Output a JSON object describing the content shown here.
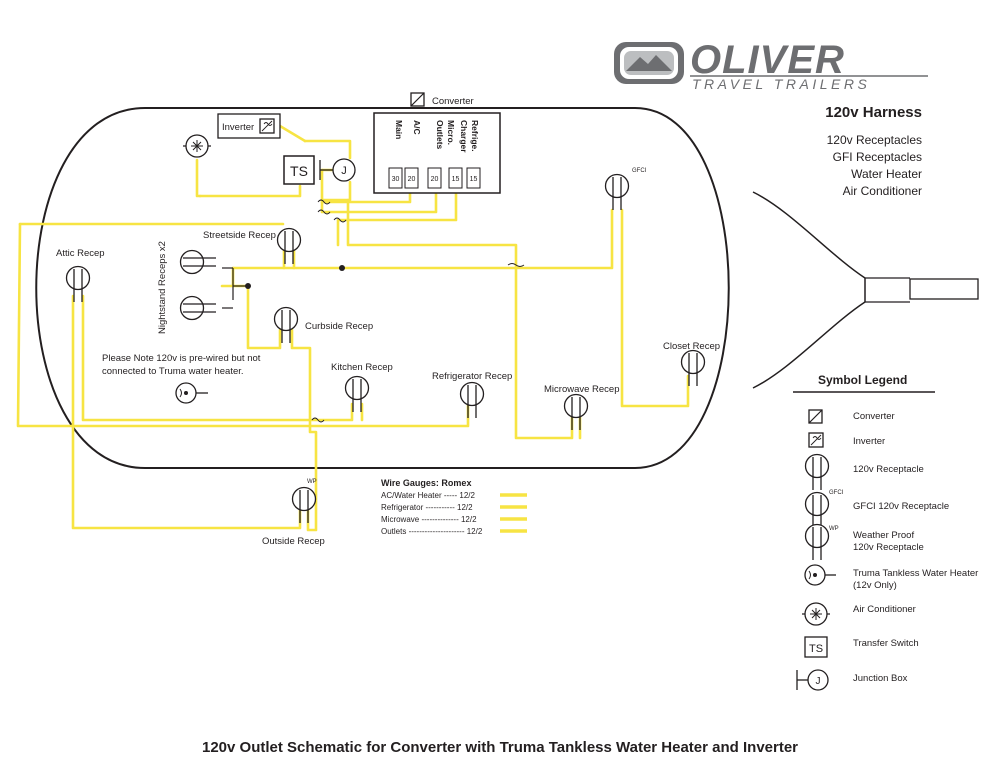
{
  "logo": {
    "brand": "OLIVER",
    "subtitle": "TRAVEL TRAILERS"
  },
  "harness": {
    "title": "120v Harness",
    "items": [
      "120v Receptacles",
      "GFI Receptacles",
      "Water Heater",
      "Air Conditioner"
    ]
  },
  "converter_panel": {
    "label": "Converter",
    "columns": [
      "Main",
      "A/C",
      "Outlets Micro.",
      "Charger Refrige."
    ],
    "col_lines": [
      [
        "Main"
      ],
      [
        "A/C"
      ],
      [
        "Outlets",
        "Micro."
      ],
      [
        "Charger",
        "Refrige."
      ]
    ],
    "breakers": [
      "30",
      "20",
      "20",
      "15",
      "15"
    ]
  },
  "devices": {
    "inverter": "Inverter",
    "transfer_switch": "TS",
    "junction": "J",
    "gfci_tag": "GFCI",
    "wp_tag": "WP"
  },
  "receptacles": {
    "streetside": "Streetside Recep",
    "nightstand": "Nightstand Receps x2",
    "attic": "Attic Recep",
    "curbside": "Curbside Recep",
    "kitchen": "Kitchen Recep",
    "refrigerator": "Refrigerator Recep",
    "microwave": "Microwave Recep",
    "closet": "Closet Recep",
    "outside": "Outside Recep"
  },
  "note": {
    "line1": "Please Note 120v is pre-wired but not",
    "line2": "connected to Truma water heater."
  },
  "wire_gauges": {
    "title": "Wire Gauges:  Romex",
    "rows": [
      {
        "label": "AC/Water Heater ----- 12/2"
      },
      {
        "label": "Refrigerator ----------- 12/2"
      },
      {
        "label": "Microwave -------------- 12/2"
      },
      {
        "label": "Outlets --------------------- 12/2"
      }
    ]
  },
  "legend": {
    "title": "Symbol Legend",
    "items": [
      {
        "icon": "converter-icon",
        "label": "Converter"
      },
      {
        "icon": "inverter-icon",
        "label": "Inverter"
      },
      {
        "icon": "receptacle-icon",
        "label": "120v Receptacle"
      },
      {
        "icon": "gfci-receptacle-icon",
        "label": "GFCI 120v Receptacle"
      },
      {
        "icon": "weatherproof-receptacle-icon",
        "label": "Weather Proof",
        "label2": "120v Receptacle"
      },
      {
        "icon": "water-heater-icon",
        "label": "Truma Tankless Water Heater",
        "label2": "(12v Only)"
      },
      {
        "icon": "air-conditioner-icon",
        "label": "Air Conditioner"
      },
      {
        "icon": "transfer-switch-icon",
        "label": "Transfer Switch"
      },
      {
        "icon": "junction-box-icon",
        "label": "Junction Box"
      }
    ]
  },
  "caption": "120v Outlet Schematic for Converter with Truma Tankless Water Heater and Inverter",
  "colors": {
    "wire": "#f7e443",
    "ink": "#231f20",
    "logo_gray": "#6d6e71"
  }
}
